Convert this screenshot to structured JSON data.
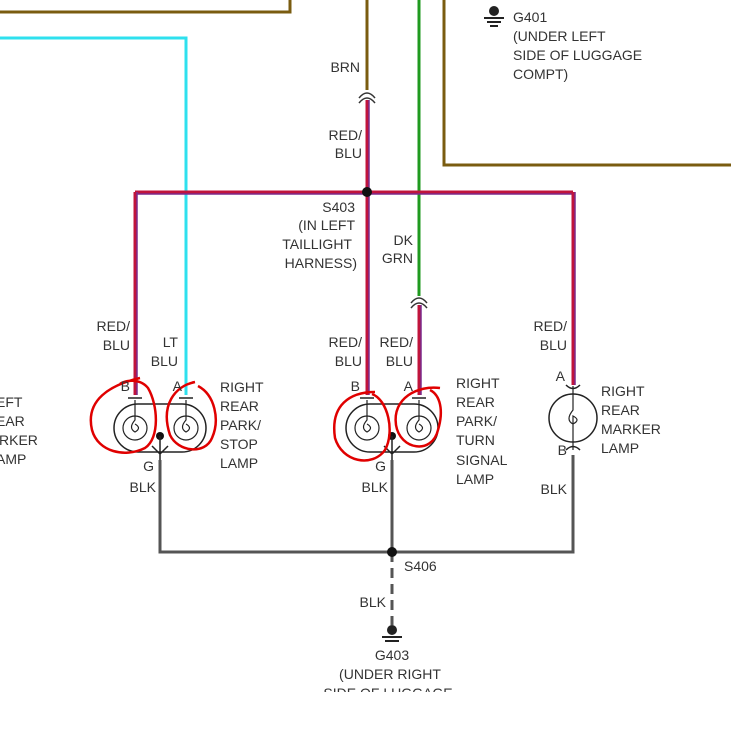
{
  "wire_colors": {
    "brown": "#7a5c10",
    "red_blue": "#c0143c",
    "red_blue_alt": "#7b2a8c",
    "light_blue": "#2ee0ee",
    "dark_green": "#1f9a1f",
    "black": "#555555",
    "annotation": "#e00000"
  },
  "labels": {
    "brn": "BRN",
    "red_blu_top_1": "RED/",
    "red_blu_top_2": "BLU",
    "splice_s403": "S403",
    "s403_note_1": "(IN LEFT",
    "s403_note_2": "TAILLIGHT",
    "s403_note_3": "HARNESS)",
    "dk": "DK",
    "grn": "GRN",
    "g401": "G401",
    "g401_note_1": "(UNDER LEFT",
    "g401_note_2": "SIDE OF LUGGAGE",
    "g401_note_3": "COMPT)",
    "left_lamp_1": "EFT",
    "left_lamp_2": "EAR",
    "left_lamp_3": "MARKER",
    "left_lamp_4": "AMP",
    "stop_redblu_1": "RED/",
    "stop_redblu_2": "BLU",
    "stop_ltblu_1": "LT",
    "stop_ltblu_2": "BLU",
    "pin_b": "B",
    "pin_a": "A",
    "pin_g": "G",
    "stop_lamp_1": "RIGHT",
    "stop_lamp_2": "REAR",
    "stop_lamp_3": "PARK/",
    "stop_lamp_4": "STOP",
    "stop_lamp_5": "LAMP",
    "turn_redblu_b_1": "RED/",
    "turn_redblu_b_2": "BLU",
    "turn_redblu_a_1": "RED/",
    "turn_redblu_a_2": "BLU",
    "turn_lamp_1": "RIGHT",
    "turn_lamp_2": "REAR",
    "turn_lamp_3": "PARK/",
    "turn_lamp_4": "TURN",
    "turn_lamp_5": "SIGNAL",
    "turn_lamp_6": "LAMP",
    "marker_redblu_1": "RED/",
    "marker_redblu_2": "BLU",
    "marker_lamp_1": "RIGHT",
    "marker_lamp_2": "REAR",
    "marker_lamp_3": "MARKER",
    "marker_lamp_4": "LAMP",
    "blk_stop": "BLK",
    "blk_turn": "BLK",
    "blk_marker": "BLK",
    "splice_s406": "S406",
    "blk_ground": "BLK",
    "g403": "G403",
    "g403_note_1": "(UNDER RIGHT",
    "g403_note_2": "SIDE OF LUGGAGE"
  }
}
